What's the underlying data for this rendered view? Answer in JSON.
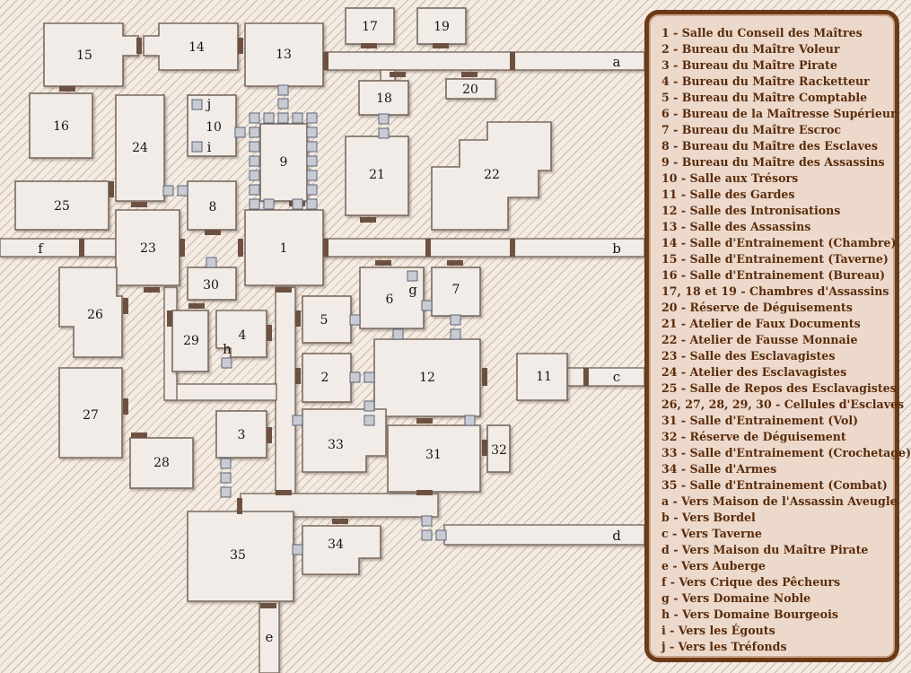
{
  "map": {
    "rooms": [
      "1",
      "2",
      "3",
      "4",
      "5",
      "6",
      "7",
      "8",
      "9",
      "10",
      "11",
      "12",
      "13",
      "14",
      "15",
      "16",
      "17",
      "18",
      "19",
      "20",
      "21",
      "22",
      "23",
      "24",
      "25",
      "26",
      "27",
      "28",
      "29",
      "30",
      "31",
      "32",
      "33",
      "34",
      "35"
    ],
    "exits": [
      "a",
      "b",
      "c",
      "d",
      "e",
      "f",
      "g",
      "h",
      "i",
      "j"
    ]
  },
  "legend": {
    "entries": [
      "1 - Salle du Conseil des Maîtres",
      "2 - Bureau du Maître Voleur",
      "3 - Bureau du Maître Pirate",
      "4 - Bureau du Maître Racketteur",
      "5 - Bureau du Maître Comptable",
      "6 - Bureau de la Maîtresse Supérieur",
      "7 - Bureau du Maître Escroc",
      "8 - Bureau du Maître des Esclaves",
      "9 - Bureau du Maître des Assassins",
      "10 - Salle aux Trésors",
      "11 - Salle des Gardes",
      "12 - Salle des Intronisations",
      "13 - Salle des Assassins",
      "14 - Salle d'Entrainement (Chambre)",
      "15 - Salle d'Entrainement (Taverne)",
      "16 - Salle d'Entrainement (Bureau)",
      "17, 18 et 19 - Chambres d'Assassins",
      "20 - Réserve de Déguisements",
      "21 - Atelier de Faux Documents",
      "22 - Atelier de Fausse Monnaie",
      "23 - Salle des Esclavagistes",
      "24 - Atelier des Esclavagistes",
      "25 - Salle de Repos des Esclavagistes",
      "26, 27, 28, 29, 30 - Cellules d'Esclaves",
      "31 - Salle d'Entrainement (Vol)",
      "32 - Réserve de Déguisement",
      "33 - Salle d'Entrainement (Crochetage)",
      "34 - Salle d'Armes",
      "35 - Salle d'Entrainement (Combat)",
      "a - Vers Maison de l'Assassin Aveugle",
      "b - Vers Bordel",
      "c - Vers Taverne",
      "d - Vers Maison du Maître Pirate",
      "e - Vers Auberge",
      "f - Vers Crique des Pêcheurs",
      "g - Vers Domaine Noble",
      "h - Vers Domaine Bourgeois",
      "i - Vers les Égouts",
      "j - Vers les Tréfonds"
    ]
  },
  "colors": {
    "legend_border": "#6b3a17",
    "legend_bg": "#ecd9cb",
    "legend_text": "#5a2c0c",
    "door": "#6d5140",
    "secret_tile": "#c9cbd3"
  }
}
